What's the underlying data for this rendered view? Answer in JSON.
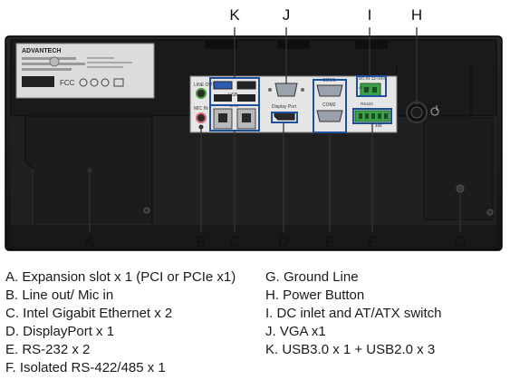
{
  "device": {
    "brand": "ADVANTECH",
    "port_labels": {
      "line_out": "LINE OUT",
      "mic_in": "MIC IN",
      "usb": "USB",
      "lan": "LAN",
      "displayport": "Display Port",
      "com1": "COM1",
      "com2": "COM2",
      "dc_in": "DC-IN 12~24V",
      "atx_at": "ATX  AT",
      "rs422": "RS422",
      "rs485": "485"
    }
  },
  "callouts": {
    "A": "A",
    "B": "B",
    "C": "C",
    "D": "D",
    "E": "E",
    "F": "F",
    "G": "G",
    "H": "H",
    "I": "I",
    "J": "J",
    "K": "K"
  },
  "legend": {
    "left": [
      "A. Expansion slot x 1 (PCI or PCIe x1)",
      "B. Line out/ Mic in",
      "C. Intel Gigabit Ethernet x 2",
      "D. DisplayPort x 1",
      "E. RS-232 x 2",
      "F. Isolated RS-422/485 x 1"
    ],
    "right": [
      "G. Ground Line",
      "H. Power Button",
      "I.  DC inlet and AT/ATX switch",
      "J. VGA x1",
      "K. USB3.0 x 1 + USB2.0 x 3"
    ]
  },
  "colors": {
    "chassis": "#1c1c1c",
    "chassis_edge": "#0a0a0a",
    "io_plate": "#e2e2e2",
    "highlight_box": "#1f4fa0",
    "connector_green": "#3aa14a",
    "audio_green": "#4a9a3a",
    "audio_pink": "#d86a7a"
  }
}
